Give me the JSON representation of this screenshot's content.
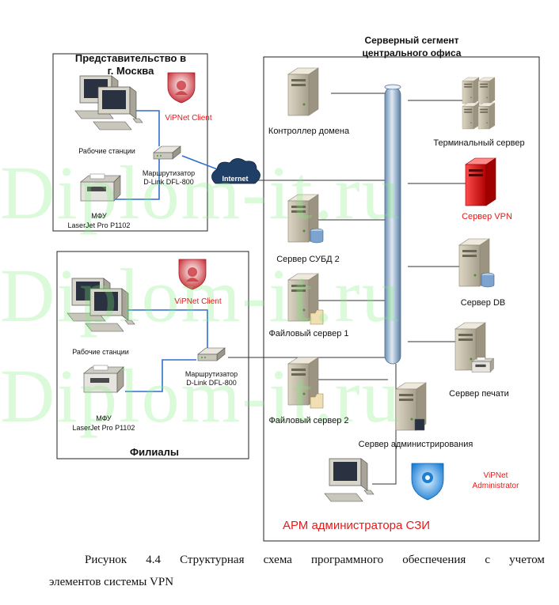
{
  "moscow": {
    "title_line1": "Представительство в",
    "title_line2": "г. Москва",
    "workstations": "Рабочие станции",
    "vipnet_client": "ViPNet Client",
    "router_line1": "Маршрутизатор",
    "router_line2": "D-Link DFL-800",
    "mfu_line1": "МФУ",
    "mfu_line2": "LaserJet Pro P1102"
  },
  "internet": "Internet",
  "branches": {
    "title": "Филиалы",
    "workstations": "Рабочие станции",
    "vipnet_client": "ViPNet Client",
    "router_line1": "Маршрутизатор",
    "router_line2": "D-Link DFL-800",
    "mfu_line1": "МФУ",
    "mfu_line2": "LaserJet Pro P1102"
  },
  "server_segment": {
    "title_line1": "Серверный сегмент",
    "title_line2": "центрального офиса",
    "domain_controller": "Контроллер домена",
    "terminal_server": "Терминальный сервер",
    "vpn_server": "Сервер VPN",
    "dbms_server": "Сервер СУБД 2",
    "db_server": "Сервер DB",
    "file_server_1": "Файловый сервер 1",
    "print_server": "Сервер печати",
    "file_server_2": "Файловый сервер 2",
    "admin_server": "Сервер администрирования",
    "vipnet_admin_line1": "ViPNet",
    "vipnet_admin_line2": "Administrator",
    "arm_admin": "АРМ администратора СЗИ"
  },
  "watermark": "Diplom-it.ru",
  "caption": {
    "words": [
      "Рисунок",
      "4.4",
      "Структурная",
      "схема",
      "программного",
      "обеспечения",
      "с",
      "учетом"
    ],
    "line2": "элементов системы VPN"
  },
  "colors": {
    "accent_red": "#e31b1b",
    "link_blue": "#2f6fd0",
    "bus_blue": "#9fbbd6",
    "vpn_red": "#e52020",
    "watermark_green": "#7cf07c"
  }
}
